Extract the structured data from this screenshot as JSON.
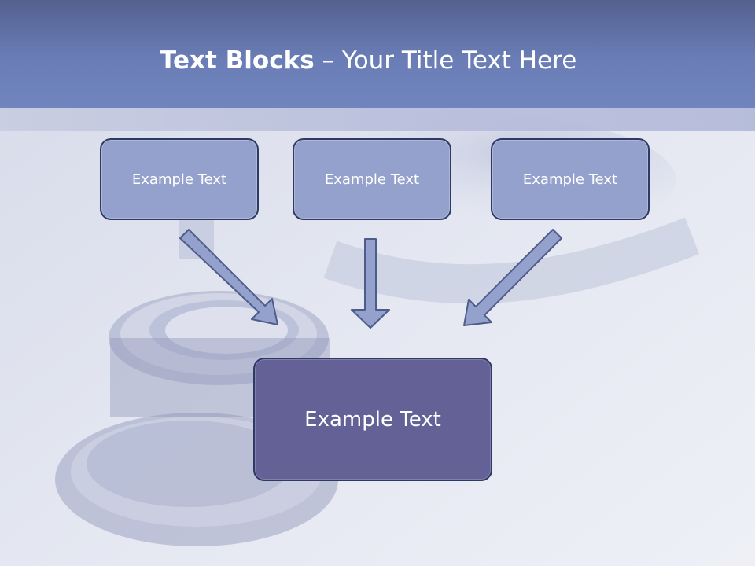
{
  "slide": {
    "title_bold": "Text Blocks",
    "title_dash": " – ",
    "title_rest": "Your Title Text Here",
    "boxes": [
      {
        "label": "Example Text"
      },
      {
        "label": "Example Text"
      },
      {
        "label": "Example Text"
      }
    ],
    "center_box": {
      "label": "Example Text"
    }
  },
  "colors": {
    "title_bar": "#6a7db6",
    "small_box_fill": "#93a1cc",
    "center_box_fill": "#646196",
    "box_border": "#2d3a63",
    "arrow_fill": "#93a1cc",
    "arrow_stroke": "#4e5c8c"
  },
  "background_image": "stethoscope-photo"
}
